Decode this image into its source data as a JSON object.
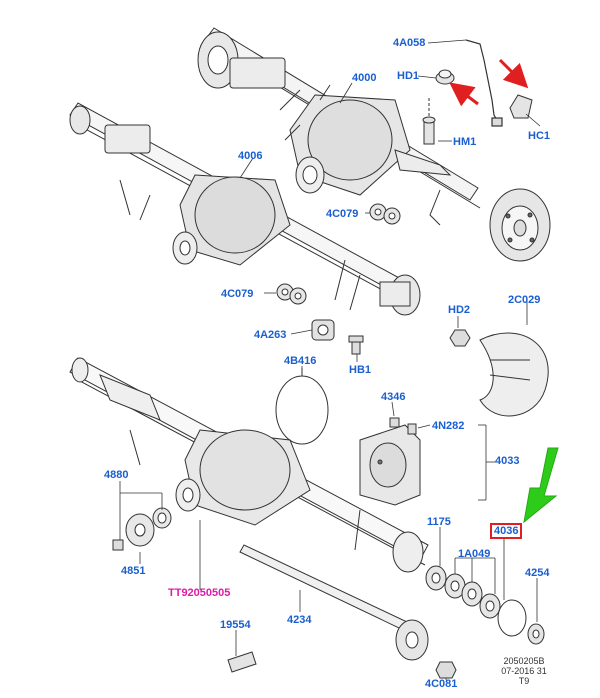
{
  "diagram": {
    "callouts": {
      "c4A058": "4A058",
      "cHD1": "HD1",
      "cHC1": "HC1",
      "c4000": "4000",
      "cHM1": "HM1",
      "c4006": "4006",
      "c4C079a": "4C079",
      "c4C079b": "4C079",
      "c2C029": "2C029",
      "cHD2": "HD2",
      "c4A263": "4A263",
      "cHB1": "HB1",
      "c4B416": "4B416",
      "c4346": "4346",
      "c4N282": "4N282",
      "c4033": "4033",
      "c4880": "4880",
      "c4851": "4851",
      "cTT": "TT92050505",
      "c1175": "1175",
      "c4036": "4036",
      "c1A049": "1A049",
      "c4254": "4254",
      "c4234": "4234",
      "c19554": "19554",
      "c4C081": "4C081"
    },
    "footer": {
      "line1": "2050205B",
      "line2": "07-2016 31",
      "line3": "T9"
    },
    "colors": {
      "callout": "#1a5fd0",
      "tool_callout": "#e01aa8",
      "highlight_box": "#e02020",
      "arrow_red": "#e02020",
      "arrow_green": "#2ecc1a"
    }
  }
}
